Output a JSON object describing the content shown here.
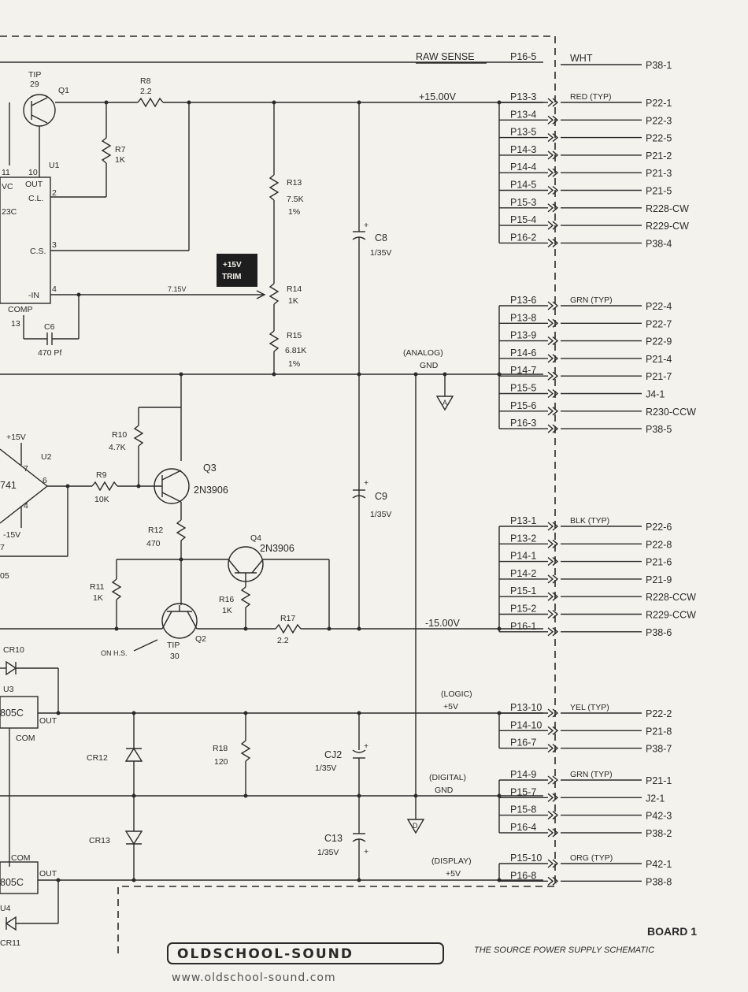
{
  "top": {
    "raw_sense": "RAW SENSE",
    "raw_pin": "P16-5",
    "raw_color": "WHT",
    "raw_dest": "P38-1",
    "plus15": "+15.00V"
  },
  "q1": {
    "label": "TIP",
    "num": "29",
    "name": "Q1"
  },
  "r8": {
    "name": "R8",
    "val": "2.2"
  },
  "r7": {
    "name": "R7",
    "val": "1K"
  },
  "u1": {
    "name": "U1",
    "p11": "11",
    "p10": "10",
    "out": "OUT",
    "cl": "C.L.",
    "p2": "2",
    "cs": "C.S.",
    "p3": "3",
    "in": "-IN",
    "p4": "4",
    "comp": "COMP",
    "p13": "13",
    "vc": "VC",
    "part": "23C"
  },
  "c6": {
    "name": "C6",
    "val": "470 Pf"
  },
  "trim": {
    "l1": "+15V",
    "l2": "TRIM"
  },
  "v715": "7.15V",
  "r13": {
    "name": "R13",
    "val": "7.5K",
    "tol": "1%"
  },
  "r14": {
    "name": "R14",
    "val": "1K"
  },
  "r15": {
    "name": "R15",
    "val": "6.81K",
    "tol": "1%"
  },
  "c8": {
    "name": "C8",
    "val": "1/35V"
  },
  "c9": {
    "name": "C9",
    "val": "1/35V"
  },
  "analog": {
    "l1": "(ANALOG)",
    "l2": "GND"
  },
  "u2": {
    "name": "U2",
    "part": "741",
    "plus": "+15V",
    "minus": "-15V",
    "p7": "7",
    "p4": "4",
    "p6": "6",
    "seven": "7",
    "five": "05"
  },
  "r9": {
    "name": "R9",
    "val": "10K"
  },
  "r10": {
    "name": "R10",
    "val": "4.7K"
  },
  "q3": {
    "name": "Q3",
    "part": "2N3906"
  },
  "r12": {
    "name": "R12",
    "val": "470"
  },
  "q4": {
    "name": "Q4",
    "part": "2N3906"
  },
  "r11": {
    "name": "R11",
    "val": "1K"
  },
  "r16": {
    "name": "R16",
    "val": "1K"
  },
  "r17": {
    "name": "R17",
    "val": "2.2"
  },
  "q2": {
    "label": "TIP",
    "num": "30",
    "name": "Q2",
    "note": "ON H.S."
  },
  "minus15": "-15.00V",
  "u3": {
    "name": "U3",
    "cr": "CR10",
    "part": "805C",
    "out": "OUT",
    "com": "COM"
  },
  "u4": {
    "name": "U4",
    "cr": "CR11",
    "part": "805C",
    "out": "OUT",
    "com": "COM"
  },
  "cr12": "CR12",
  "cr13": "CR13",
  "r18": {
    "name": "R18",
    "val": "120"
  },
  "c12": {
    "name": "CJ2",
    "val": "1/35V"
  },
  "c13": {
    "name": "C13",
    "val": "1/35V"
  },
  "logic": {
    "l1": "(LOGIC)",
    "l2": "+5V"
  },
  "digital": {
    "l1": "(DIGITAL)",
    "l2": "GND"
  },
  "display": {
    "l1": "(DISPLAY)",
    "l2": "+5V"
  },
  "groups": [
    {
      "color": "RED  (TYP)",
      "rows": [
        [
          "P13-3",
          "P22-1"
        ],
        [
          "P13-4",
          "P22-3"
        ],
        [
          "P13-5",
          "P22-5"
        ],
        [
          "P14-3",
          "P21-2"
        ],
        [
          "P14-4",
          "P21-3"
        ],
        [
          "P14-5",
          "P21-5"
        ],
        [
          "P15-3",
          "R228-CW"
        ],
        [
          "P15-4",
          "R229-CW"
        ],
        [
          "P16-2",
          "P38-4"
        ]
      ]
    },
    {
      "color": "GRN  (TYP)",
      "rows": [
        [
          "P13-6",
          "P22-4"
        ],
        [
          "P13-8",
          "P22-7"
        ],
        [
          "P13-9",
          "P22-9"
        ],
        [
          "P14-6",
          "P21-4"
        ],
        [
          "P14-7",
          "P21-7"
        ],
        [
          "P15-5",
          "J4-1"
        ],
        [
          "P15-6",
          "R230-CCW"
        ],
        [
          "P16-3",
          "P38-5"
        ]
      ]
    },
    {
      "color": "BLK  (TYP)",
      "rows": [
        [
          "P13-1",
          "P22-6"
        ],
        [
          "P13-2",
          "P22-8"
        ],
        [
          "P14-1",
          "P21-6"
        ],
        [
          "P14-2",
          "P21-9"
        ],
        [
          "P15-1",
          "R228-CCW"
        ],
        [
          "P15-2",
          "R229-CCW"
        ],
        [
          "P16-1",
          "P38-6"
        ]
      ]
    },
    {
      "color": "YEL  (TYP)",
      "rows": [
        [
          "P13-10",
          "P22-2"
        ],
        [
          "P14-10",
          "P21-8"
        ],
        [
          "P16-7",
          "P38-7"
        ]
      ]
    },
    {
      "color": "GRN  (TYP)",
      "rows": [
        [
          "P14-9",
          "P21-1"
        ],
        [
          "P15-7",
          "J2-1"
        ],
        [
          "P15-8",
          "P42-3"
        ],
        [
          "P16-4",
          "P38-2"
        ]
      ]
    },
    {
      "color": "ORG  (TYP)",
      "rows": [
        [
          "P15-10",
          "P42-1"
        ],
        [
          "P16-8",
          "P38-8"
        ]
      ]
    }
  ],
  "footer": {
    "board": "BOARD 1",
    "subtitle": "THE SOURCE POWER SUPPLY SCHEMATIC",
    "logo": "OLDSCHOOL-SOUND",
    "url": "www.oldschool-sound.com"
  }
}
